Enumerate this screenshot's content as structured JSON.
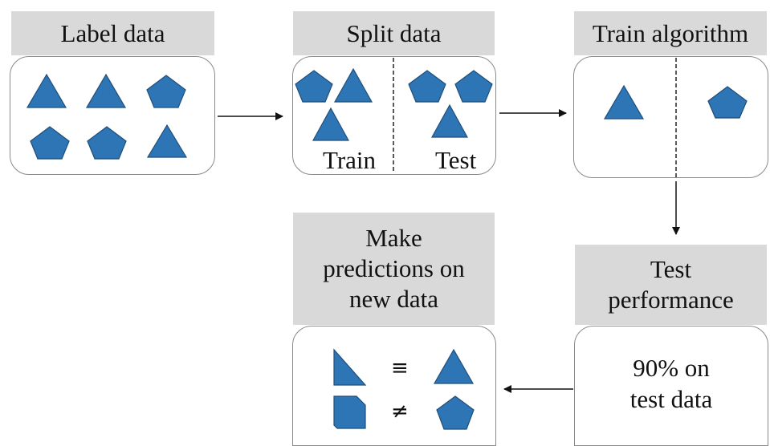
{
  "steps": {
    "label_data": {
      "title": "Label data"
    },
    "split_data": {
      "title": "Split data",
      "train_label": "Train",
      "test_label": "Test"
    },
    "train_algorithm": {
      "title": "Train algorithm"
    },
    "test_performance": {
      "title_line1": "Test",
      "title_line2": "performance",
      "result_line1": "90% on",
      "result_line2": "test data"
    },
    "make_predictions": {
      "title_line1": "Make",
      "title_line2": "predictions on",
      "title_line3": "new data",
      "equal_symbol": "≡",
      "not_equal_symbol": "≠"
    }
  },
  "colors": {
    "shape_fill": "#2e75b6",
    "shape_stroke": "#1f4e79",
    "header_bg": "#d9d9d9",
    "box_border": "#8a8a8a"
  }
}
